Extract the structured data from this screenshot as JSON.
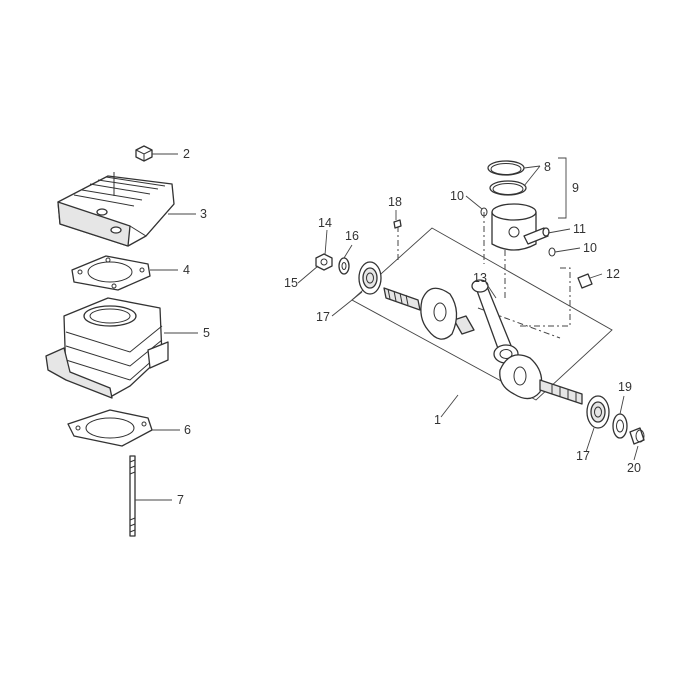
{
  "callouts": {
    "c1": "1",
    "c2": "2",
    "c3": "3",
    "c4": "4",
    "c5": "5",
    "c6": "6",
    "c7": "7",
    "c8": "8",
    "c9": "9",
    "c10a": "10",
    "c10b": "10",
    "c11": "11",
    "c12": "12",
    "c13": "13",
    "c14": "14",
    "c15": "15",
    "c16": "16",
    "c17a": "17",
    "c17b": "17",
    "c18": "18",
    "c19": "19",
    "c20": "20"
  },
  "colors": {
    "line": "#333333",
    "fill": "#ffffff",
    "shade": "#e6e6e6"
  }
}
